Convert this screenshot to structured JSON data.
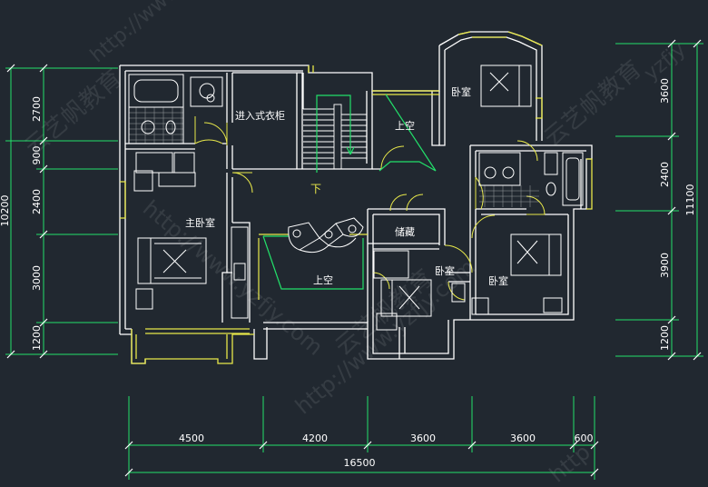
{
  "rooms": {
    "walk_in_closet": "进入式衣柜",
    "master_bedroom": "主卧室",
    "bedroom_top": "卧室",
    "bedroom_mid": "卧室",
    "bedroom_right": "卧室",
    "void_top": "上空",
    "void_center": "上空",
    "storage": "储藏",
    "stair_down": "下"
  },
  "dimensions": {
    "left": [
      "2700",
      "900",
      "2400",
      "3000",
      "1200"
    ],
    "left_total": "10200",
    "right": [
      "3600",
      "2400",
      "3900",
      "1200"
    ],
    "right_total": "11100",
    "bottom": [
      "4500",
      "4200",
      "3600",
      "3600",
      "600"
    ],
    "bottom_total": "16500"
  },
  "watermarks": [
    "http://www.yzfjy.com",
    "云艺帆教育",
    "http://www.yzfjy.com",
    "云艺帆教育",
    "yzfjy",
    "http://www.yzfjy.com",
    "云艺帆教育",
    "http"
  ],
  "colors": {
    "background": "#212830",
    "wall": "#ffffff",
    "dimension": "#22e06a",
    "window": "#e8e84a",
    "text": "#ffffff"
  }
}
